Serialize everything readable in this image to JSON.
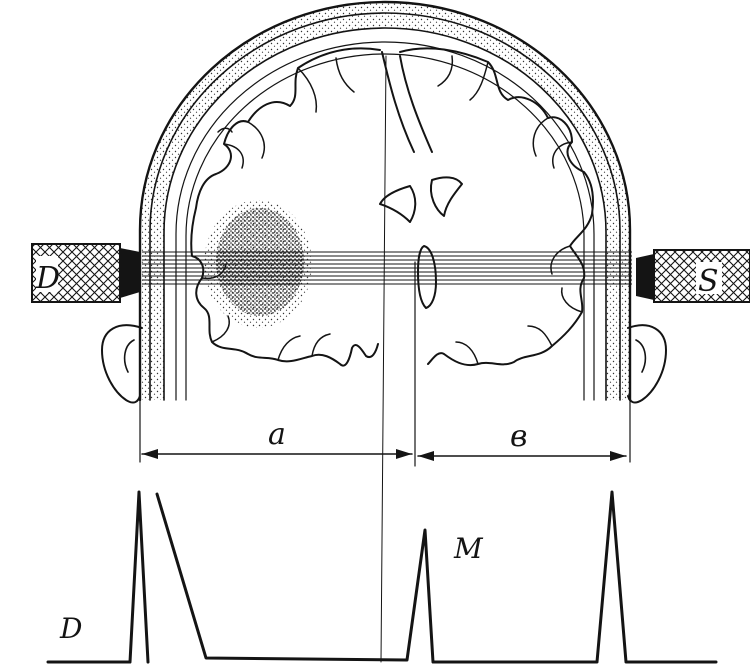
{
  "labels": {
    "left_probe": "D",
    "right_probe": "S",
    "distance_left": "a",
    "distance_right": "в",
    "midline_echo": "M",
    "trace_label": "D"
  },
  "colors": {
    "ink": "#141414",
    "paper": "#ffffff"
  },
  "icons": {
    "left_probe": "transducer-icon",
    "right_probe": "transducer-icon",
    "tumor": "stipple-mass-icon"
  }
}
